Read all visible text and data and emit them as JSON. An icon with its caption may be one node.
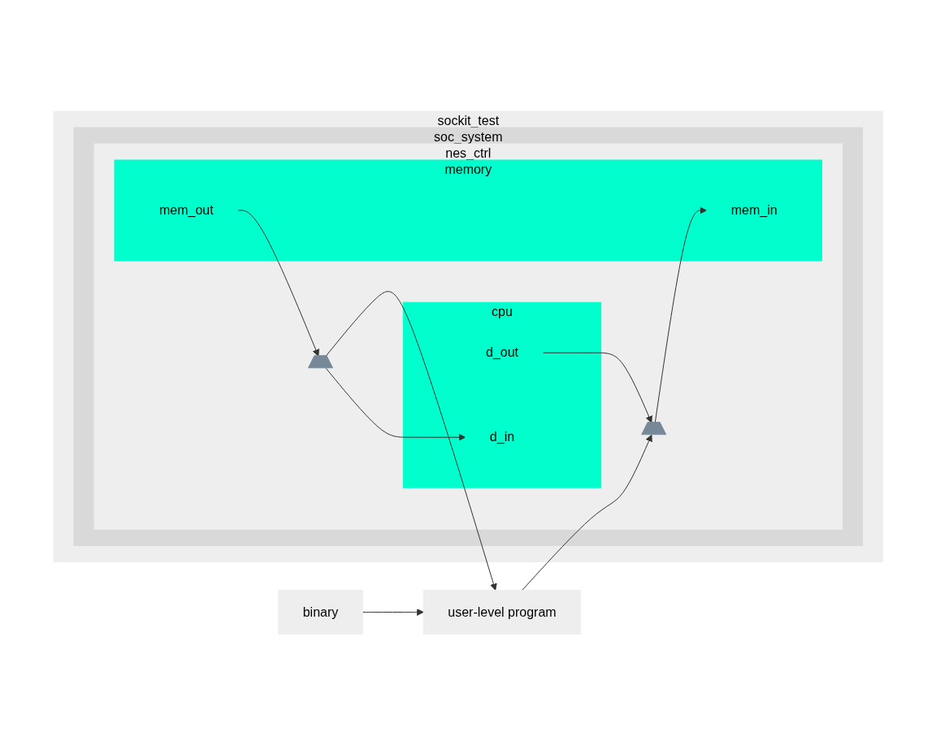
{
  "diagram": {
    "nodes": [
      {
        "text": [
          "user-level program"
        ]
      },
      {
        "text": [
          "binary"
        ]
      },
      {
        "text": [
          "sockit_test"
        ]
      },
      {
        "text": [
          "soc_system"
        ],
        "in": 2
      },
      {
        "text": [
          "nes_ctrl"
        ],
        "in": 3
      },
      {
        "text": [
          "memory"
        ],
        "in": 4
      },
      {
        "text": [
          "mem_in"
        ],
        "in": 5
      },
      {
        "text": [
          "mem_out"
        ],
        "in": 5
      },
      {
        "text": [],
        "shape": "trapezoid",
        "in": 4
      },
      {
        "text": [],
        "shape": "trapezoid",
        "in": 4
      },
      {
        "text": [
          "cpu"
        ],
        "in": 4
      },
      {
        "text": [
          "d_out"
        ],
        "in": 10
      },
      {
        "text": [
          "d_in"
        ],
        "in": 10
      }
    ],
    "edges": [
      {
        "from": 1,
        "to": 0,
        "arrow": "to"
      },
      {
        "from": 0,
        "to": 8,
        "arrow": "to"
      },
      {
        "from": 11,
        "to": 8,
        "arrow": "to"
      },
      {
        "from": 8,
        "to": 6,
        "arrow": "to"
      },
      {
        "from": 7,
        "to": 9,
        "arrow": "to"
      },
      {
        "from": 9,
        "to": 0,
        "arrow": "to"
      },
      {
        "from": 9,
        "to": 12,
        "arrow": "to"
      }
    ]
  }
}
